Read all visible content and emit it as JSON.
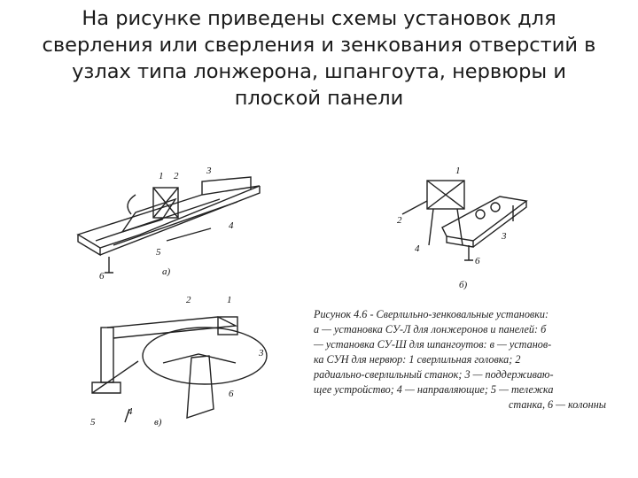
{
  "slide": {
    "title_lines": [
      "На рисунке приведены схемы установок для",
      "сверления или сверления и зенкования отверстий в",
      "узлах типа лонжерона, шпангоута, нервюры и",
      "плоской панели"
    ]
  },
  "figure": {
    "panel_a": {
      "letter": "а)",
      "numbers": [
        "1",
        "2",
        "3",
        "4",
        "5",
        "6"
      ]
    },
    "panel_b": {
      "letter": "б)",
      "numbers": [
        "1",
        "2",
        "3",
        "4",
        "6"
      ]
    },
    "panel_v": {
      "letter": "в)",
      "numbers": [
        "1",
        "2",
        "3",
        "4",
        "5",
        "6"
      ]
    },
    "caption_lines": [
      "Рисунок 4.6 - Сверлильно-зенковальные установки:",
      "а — установка СУ-Л для лонжеронов и панелей: б",
      "— установка СУ-Ш для шпангоутов: в — установ-",
      "ка СУН для нервюр: 1     сверлильная головка; 2",
      "радиально-сверлильный станок; 3 — поддерживаю-",
      "щее устройство; 4 — направляющие; 5 — тележка",
      "станка, 6 — колонны"
    ]
  }
}
